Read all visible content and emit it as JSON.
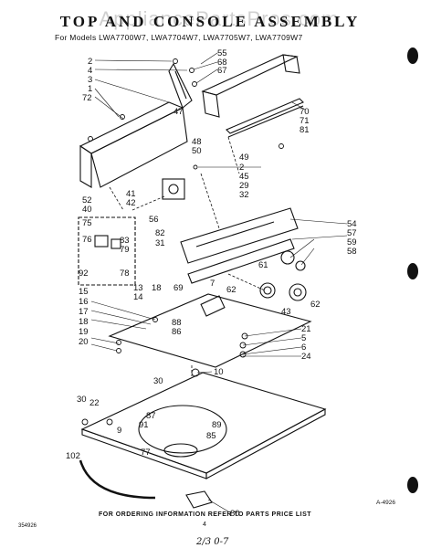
{
  "watermark": "AppliancePartsPros.com",
  "title": "TOP AND CONSOLE ASSEMBLY",
  "subtitle": "For Models LWA7700W7, LWA7704W7, LWA7705W7, LWA7709W7",
  "footer": "FOR ORDERING INFORMATION REFER TO PARTS PRICE LIST",
  "page_number": "4",
  "doc_number": "354926",
  "figure_number": "A-4926",
  "handwriting": "2/3 0-7",
  "part_labels": {
    "p2a": "2",
    "p4a": "4",
    "p3a": "3",
    "p1": "1",
    "p72": "72",
    "p55": "55",
    "p68": "68",
    "p67": "67",
    "p47": "47",
    "p70": "70",
    "p71": "71",
    "p81": "81",
    "p48": "48",
    "p50": "50",
    "p49": "49",
    "p2b": "2",
    "p45": "45",
    "p29": "29",
    "p32": "32",
    "p41": "41",
    "p42": "42",
    "p52": "52",
    "p40": "40",
    "p56": "56",
    "p82": "82",
    "p31": "31",
    "p54": "54",
    "p57": "57",
    "p59": "59",
    "p58": "58",
    "p75": "75",
    "p76": "76",
    "p83": "83",
    "p79": "79",
    "p92": "92",
    "p78": "78",
    "p61": "61",
    "p62a": "62",
    "p62b": "62",
    "p43": "43",
    "p13": "13",
    "p18a": "18",
    "p14": "14",
    "p69": "69",
    "p7": "7",
    "p15": "15",
    "p16": "16",
    "p17": "17",
    "p18b": "18",
    "p19": "19",
    "p20": "20",
    "p88": "88",
    "p86": "86",
    "p21": "21",
    "p5": "5",
    "p6": "6",
    "p24": "24",
    "p30a": "30",
    "p10": "10",
    "p30b": "30",
    "p22": "22",
    "p87": "87",
    "p91": "91",
    "p89": "89",
    "p85": "85",
    "p9": "9",
    "p77": "77",
    "p102": "102",
    "p80": "80"
  }
}
